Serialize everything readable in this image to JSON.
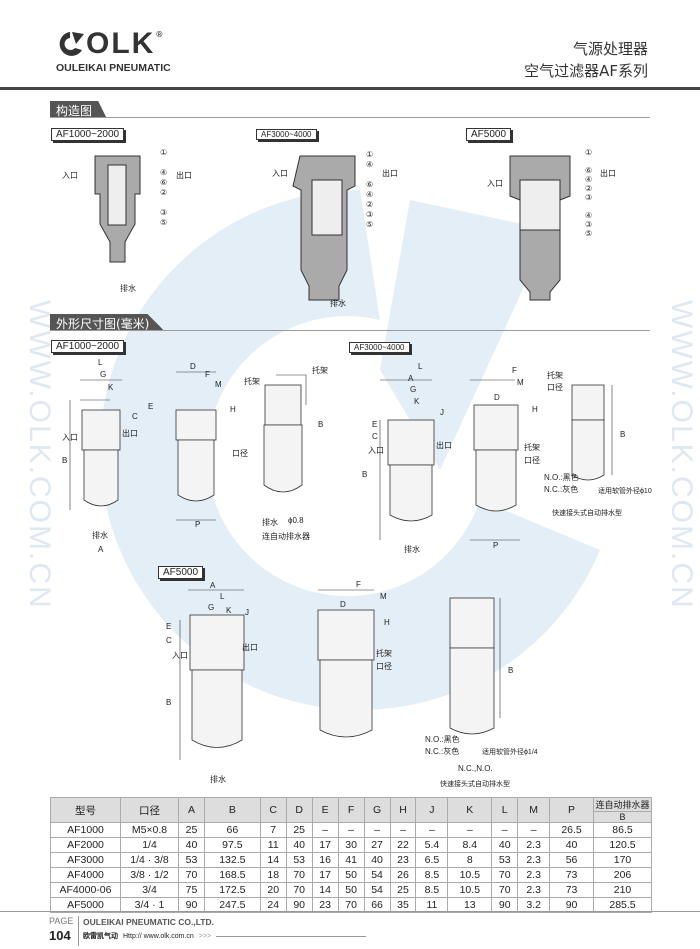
{
  "header": {
    "logo_text": "OLK",
    "logo_sub": "OULEIKAI PNEUMATIC",
    "registered": "®",
    "title_line1": "气源处理器",
    "title_line2": "空气过滤器AF系列"
  },
  "watermark": "WWW.OLK.COM.CN",
  "colors": {
    "watermark": "#dde8f2",
    "section_bar": "#555555",
    "table_header": "#dddddd"
  },
  "sections": {
    "structure": {
      "title": "构造图",
      "models": [
        "AF1000~2000",
        "AF3000~4000",
        "AF5000"
      ]
    },
    "dimensions": {
      "title": "外形尺寸图(毫米)",
      "models": [
        "AF1000~2000",
        "AF3000~4000",
        "AF5000"
      ]
    }
  },
  "labels": {
    "inlet": "入口",
    "outlet": "出口",
    "drain": "排水",
    "bracket": "托架",
    "port": "口径",
    "phi08": "ϕ0.8",
    "with_auto_drain": "连自动排水器",
    "no_black": "N.O.:黑色",
    "nc_gray": "N.C.:灰色",
    "hose10": "适用软管外径ϕ10",
    "hose14": "适用软管外径ϕ1/4",
    "quick_drain": "快速接头式自动排水型",
    "ncno": "N.C.,N.O.",
    "parts": [
      "①",
      "②",
      "③",
      "④",
      "⑤",
      "⑥"
    ],
    "dims": {
      "A": "A",
      "B": "B",
      "C": "C",
      "D": "D",
      "E": "E",
      "F": "F",
      "G": "G",
      "H": "H",
      "J": "J",
      "K": "K",
      "L": "L",
      "M": "M",
      "P": "P"
    }
  },
  "table": {
    "headers": [
      "型号",
      "口径",
      "A",
      "B",
      "C",
      "D",
      "E",
      "F",
      "G",
      "H",
      "J",
      "K",
      "L",
      "M",
      "P"
    ],
    "auto_drain_header": "连自动排水器",
    "auto_drain_sub": "B",
    "rows": [
      [
        "AF1000",
        "M5×0.8",
        "25",
        "66",
        "7",
        "25",
        "–",
        "–",
        "–",
        "–",
        "–",
        "–",
        "–",
        "–",
        "26.5",
        "86.5"
      ],
      [
        "AF2000",
        "1/4",
        "40",
        "97.5",
        "11",
        "40",
        "17",
        "30",
        "27",
        "22",
        "5.4",
        "8.4",
        "40",
        "2.3",
        "40",
        "120.5"
      ],
      [
        "AF3000",
        "1/4 · 3/8",
        "53",
        "132.5",
        "14",
        "53",
        "16",
        "41",
        "40",
        "23",
        "6.5",
        "8",
        "53",
        "2.3",
        "56",
        "170"
      ],
      [
        "AF4000",
        "3/8 · 1/2",
        "70",
        "168.5",
        "18",
        "70",
        "17",
        "50",
        "54",
        "26",
        "8.5",
        "10.5",
        "70",
        "2.3",
        "73",
        "206"
      ],
      [
        "AF4000-06",
        "3/4",
        "75",
        "172.5",
        "20",
        "70",
        "14",
        "50",
        "54",
        "25",
        "8.5",
        "10.5",
        "70",
        "2.3",
        "73",
        "210"
      ],
      [
        "AF5000",
        "3/4 · 1",
        "90",
        "247.5",
        "24",
        "90",
        "23",
        "70",
        "66",
        "35",
        "11",
        "13",
        "90",
        "3.2",
        "90",
        "285.5"
      ]
    ]
  },
  "footer": {
    "page_label": "PAGE",
    "page_number": "104",
    "company": "OULEIKAI PNEUMATIC CO.,LTD.",
    "brand_cn": "欧雷凯气动",
    "url": "Http:// www.olk.com.cn",
    "arrows": ">>>"
  }
}
